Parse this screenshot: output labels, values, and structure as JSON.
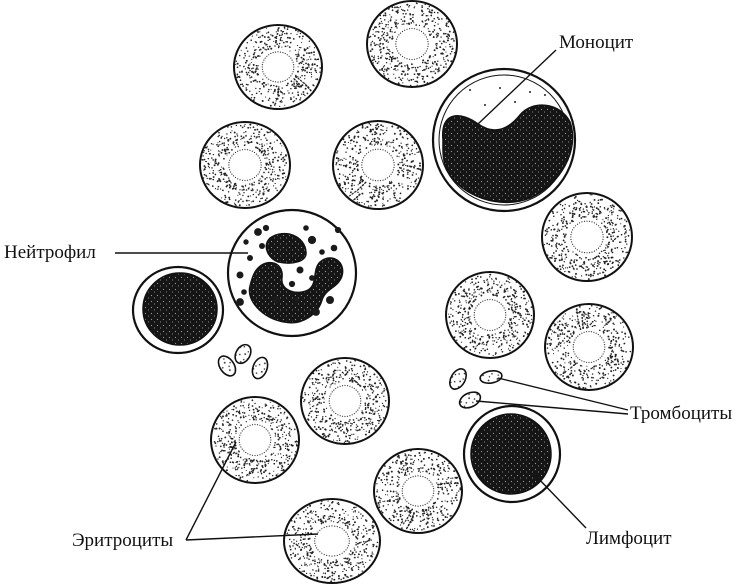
{
  "labels": {
    "monocyte": "Моноцит",
    "neutrophil": "Нейтрофил",
    "platelets": "Тромбоциты",
    "erythrocytes": "Эритроциты",
    "lymphocyte": "Лимфоцит"
  },
  "colors": {
    "ink": "#111111",
    "paper": "#ffffff"
  }
}
